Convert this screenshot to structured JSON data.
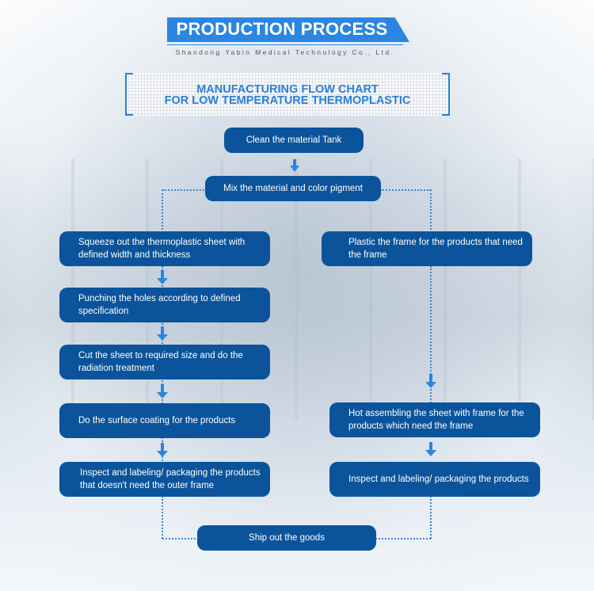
{
  "header": {
    "title": "PRODUCTION PROCESS",
    "company": "Shandong Yabin Medical Technology Co., Ltd."
  },
  "subtitle": {
    "line1": "MANUFACTURING FLOW CHART",
    "line2": "FOR LOW TEMPERATURE THERMOPLASTIC"
  },
  "colors": {
    "accent": "#2a86e0",
    "box": "#0b549b",
    "box_text": "#ffffff",
    "connector": "#3a86d4"
  },
  "flow": {
    "start": "Clean the material Tank",
    "mix": "Mix the material and color pigment",
    "left_branch": [
      "Squeeze out the thermoplastic sheet with defined width and thickness",
      "Punching the holes according to defined specification",
      "Cut the sheet to required size and do the radiation treatment",
      "Do the surface coating for the products",
      "Inspect and labeling/ packaging the products that doesn't need the outer frame"
    ],
    "right_branch": [
      "Plastic the frame for the products that need the frame",
      "Hot assembling the sheet with frame for the products which need the frame",
      "Inspect and labeling/ packaging the products"
    ],
    "end": "Ship out the goods"
  },
  "icons": {
    "arrow": "arrow-down-icon"
  }
}
